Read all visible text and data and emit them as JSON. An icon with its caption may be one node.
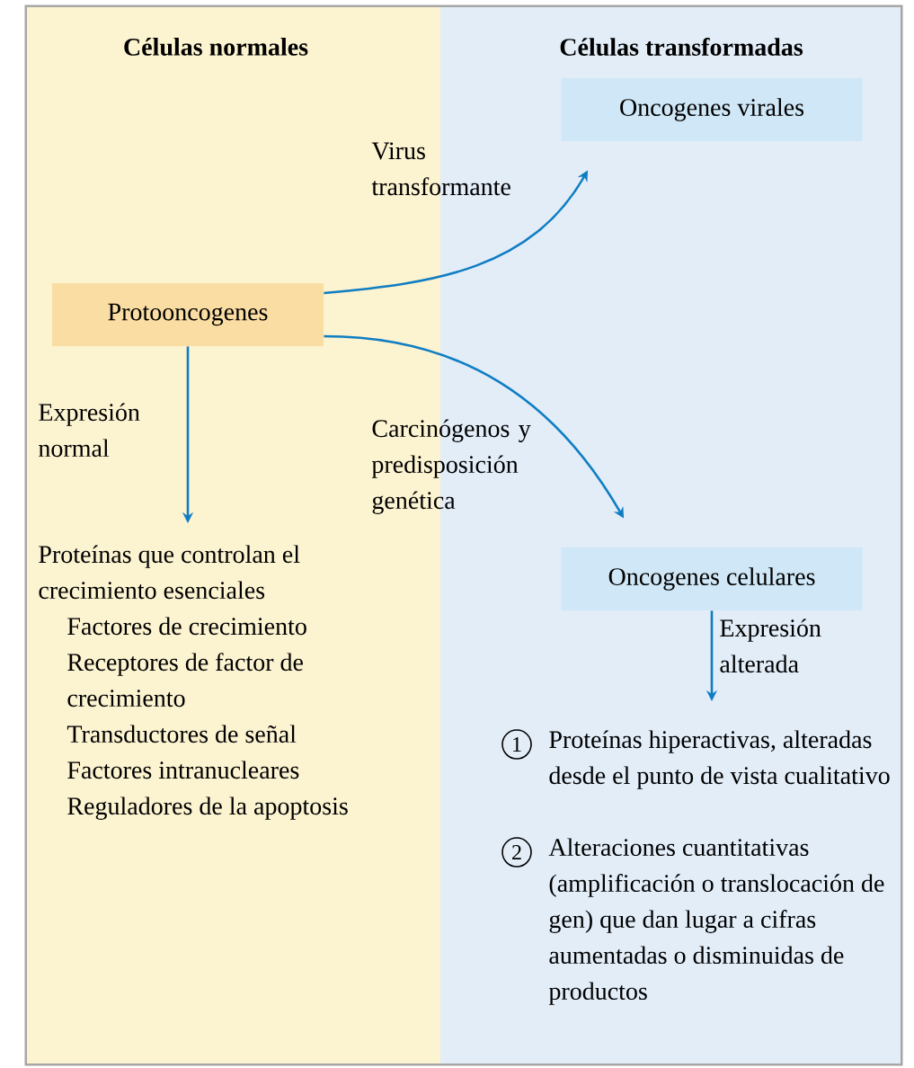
{
  "diagram": {
    "nodes": [
      {
        "text": [
          "Células normales"
        ]
      },
      {
        "text": [
          "Células transformadas"
        ]
      },
      {
        "text": [
          "Oncogenes virales"
        ],
        "in": 1
      },
      {
        "text": [
          "Protooncogenes"
        ],
        "in": 0
      },
      {
        "text": [
          "Proteínas que controlan el crecimiento esenciales",
          "Factores de crecimiento",
          "Receptores de factor de crecimiento",
          "Transductores de señal",
          "Factores intranucleares",
          "Reguladores de la apoptosis"
        ],
        "in": 0
      },
      {
        "text": [
          "Oncogenes celulares"
        ],
        "in": 1
      },
      {
        "text": [
          "1",
          "Proteínas hiperactivas, alteradas desde el punto de vista cualitativo",
          "2",
          "Alteraciones cuantitativas (amplificación o translocación de gen) que dan lugar a cifras aumentadas o disminuidas de productos"
        ],
        "in": 1
      }
    ],
    "edges": [
      {
        "from": 3,
        "to": 2,
        "arrow": "to",
        "label": "Virus transformante"
      },
      {
        "from": 3,
        "to": 5,
        "arrow": "to",
        "label": "Carcinógenos y predisposición genética"
      },
      {
        "from": 3,
        "to": 4,
        "arrow": "to",
        "label": "Expresión normal"
      },
      {
        "from": 5,
        "to": 6,
        "arrow": "to",
        "label": "Expresión alterada"
      }
    ]
  }
}
